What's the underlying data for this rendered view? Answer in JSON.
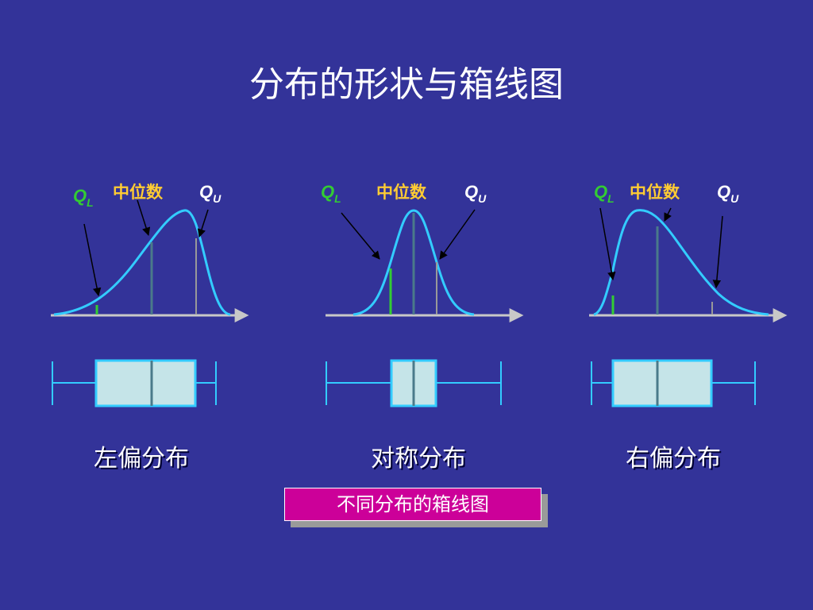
{
  "title": "分布的形状与箱线图",
  "labels": {
    "ql_main": "Q",
    "ql_sub": "L",
    "qu_main": "Q",
    "qu_sub": "U",
    "median": "中位数"
  },
  "panels": [
    {
      "id": "left",
      "caption": "左偏分布"
    },
    {
      "id": "sym",
      "caption": "对称分布"
    },
    {
      "id": "right",
      "caption": "右偏分布"
    }
  ],
  "footer": "不同分布的箱线图",
  "colors": {
    "background": "#333399",
    "curve": "#33ccff",
    "box_fill": "#c5e4e8",
    "quartile_mark": "#33cc33",
    "label_green": "#33cc33",
    "label_yellow": "#ffcc33",
    "footer_bg": "#cc0099"
  }
}
